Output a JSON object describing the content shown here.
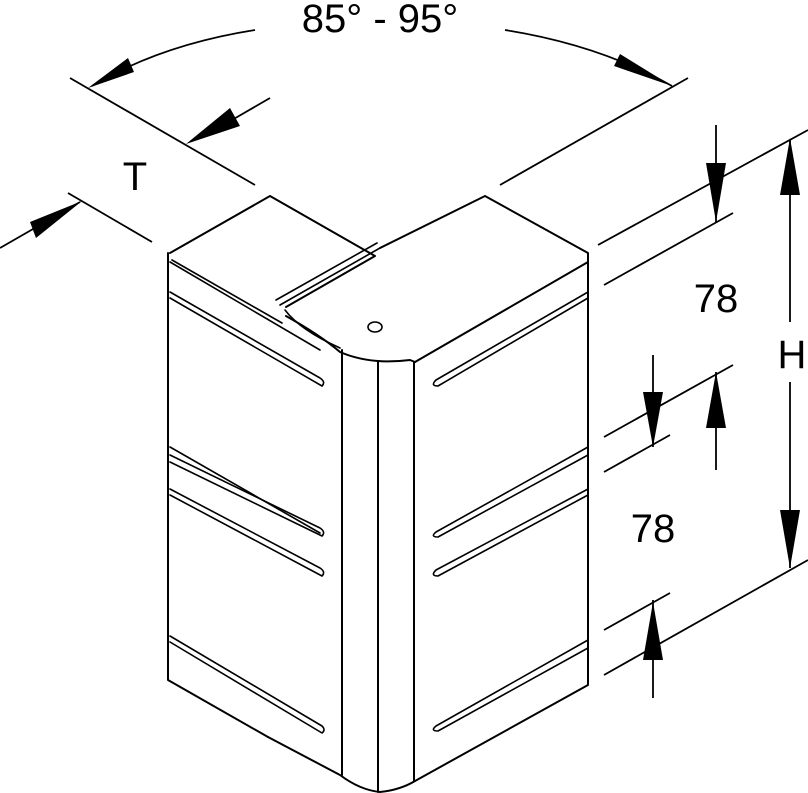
{
  "diagram": {
    "subject": "external corner cover for cable trunking",
    "labels": {
      "angle": "85° - 95°",
      "depth": "T",
      "height": "H",
      "upper_section": "78",
      "lower_section": "78"
    },
    "colors": {
      "stroke": "#000000",
      "background": "#ffffff"
    }
  }
}
